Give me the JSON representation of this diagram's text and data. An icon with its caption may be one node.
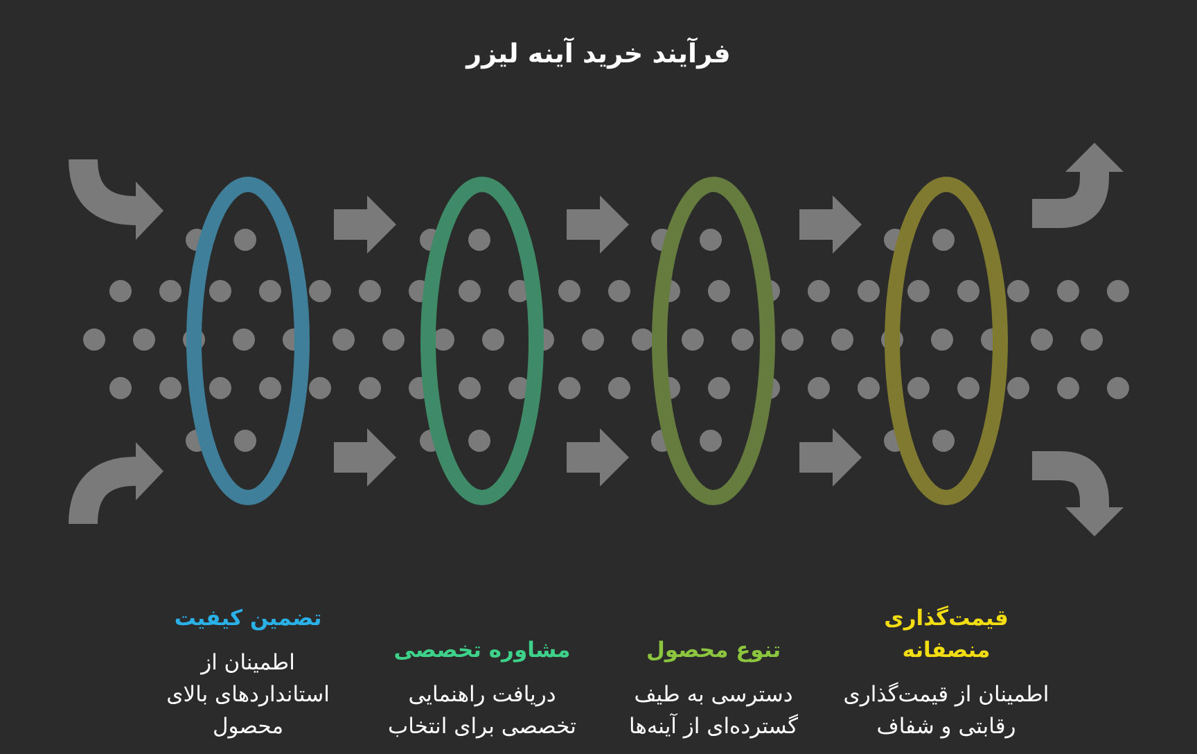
{
  "diagram": {
    "title": "فرآیند خرید آینه لیزر",
    "nodes": [
      {
        "text": [
          "تضمین کیفیت",
          "اطمینان از استانداردهای بالای محصول"
        ]
      },
      {
        "text": [
          "مشاوره تخصصی",
          "دریافت راهنمایی تخصصی برای انتخاب"
        ]
      },
      {
        "text": [
          "تنوع محصول",
          "دسترسی به طیف گسترده‌ای از آینه‌ها"
        ]
      },
      {
        "text": [
          "قیمت‌گذاری منصفانه",
          "اطمینان از قیمت‌گذاری رقابتی و شفاف"
        ]
      }
    ]
  }
}
